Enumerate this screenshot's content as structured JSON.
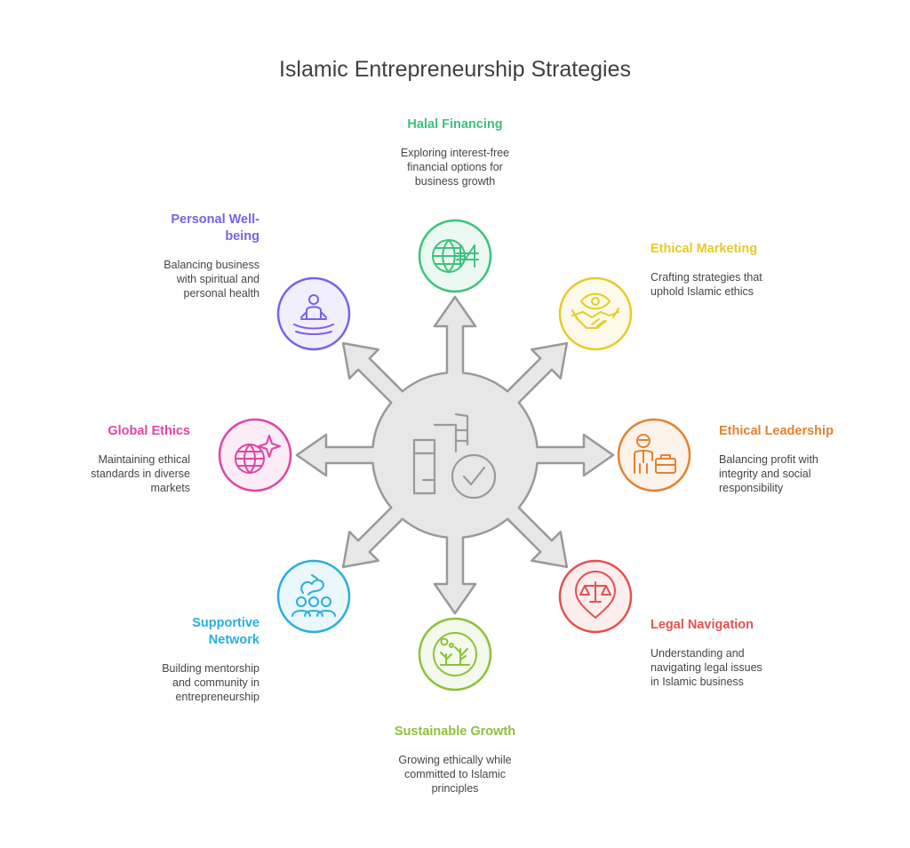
{
  "title": "Islamic Entrepreneurship Strategies",
  "items": [
    {
      "id": "halal-financing",
      "title": "Halal Financing",
      "desc": [
        "Exploring interest-free",
        "financial options for",
        "business growth"
      ],
      "color": "#3cc27c",
      "icon": "globe-naira-icon"
    },
    {
      "id": "ethical-marketing",
      "title": "Ethical Marketing",
      "desc": [
        "Crafting strategies that",
        "uphold Islamic ethics"
      ],
      "color": "#e7cb26",
      "icon": "eye-handshake-icon"
    },
    {
      "id": "ethical-leadership",
      "title": "Ethical Leadership",
      "desc": [
        "Balancing profit with",
        "integrity and social",
        "responsibility"
      ],
      "color": "#e4822f",
      "icon": "leader-briefcase-icon"
    },
    {
      "id": "legal-navigation",
      "title": "Legal Navigation",
      "desc": [
        "Understanding and",
        "navigating legal issues",
        "in Islamic business"
      ],
      "color": "#e65050",
      "icon": "scales-pin-icon"
    },
    {
      "id": "sustainable-growth",
      "title": "Sustainable Growth",
      "desc": [
        "Growing ethically while",
        "committed to Islamic",
        "principles"
      ],
      "color": "#8ec03a",
      "icon": "growing-plants-icon"
    },
    {
      "id": "supportive-network",
      "title": "Supportive Network",
      "title_lines": [
        "Supportive",
        "Network"
      ],
      "desc": [
        "Building mentorship",
        "and community in",
        "entrepreneurship"
      ],
      "color": "#29aee0",
      "icon": "community-network-icon"
    },
    {
      "id": "global-ethics",
      "title": "Global Ethics",
      "desc": [
        "Maintaining ethical",
        "standards in diverse",
        "markets"
      ],
      "color": "#e045a5",
      "icon": "globe-sparkle-icon"
    },
    {
      "id": "personal-wellbeing",
      "title": "Personal Well-being",
      "title_lines": [
        "Personal Well-",
        "being"
      ],
      "desc": [
        "Balancing business",
        "with spiritual and",
        "personal health"
      ],
      "color": "#7b61e8",
      "icon": "meditation-person-icon"
    }
  ],
  "center_icon": "building-checkmark-icon"
}
